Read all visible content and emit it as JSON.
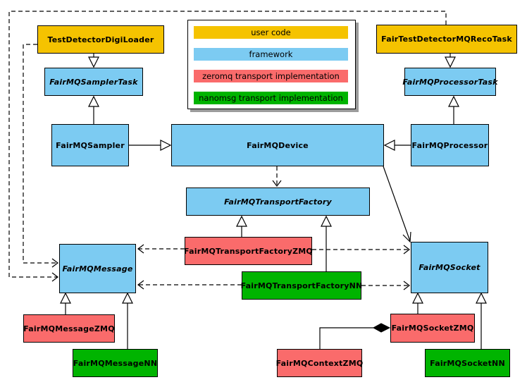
{
  "legend": {
    "items": [
      {
        "label": "user code",
        "color": "#F5C300",
        "category": "user-code"
      },
      {
        "label": "framework",
        "color": "#7CCBF2",
        "category": "framework"
      },
      {
        "label": "zeromq transport implementation",
        "color": "#FA6B6B",
        "category": "zeromq"
      },
      {
        "label": "nanomsg transport implementation",
        "color": "#00B400",
        "category": "nanomsg"
      }
    ]
  },
  "colors": {
    "userCode": "#F5C300",
    "framework": "#7CCBF2",
    "zeromq": "#FA6B6B",
    "nanomsg": "#00B400",
    "border": "#000000",
    "background": "#ffffff"
  },
  "nodes": {
    "digiLoader": "TestDetectorDigiLoader",
    "recoTask": "FairTestDetectorMQRecoTask",
    "samplerTask": "FairMQSamplerTask",
    "processorTask": "FairMQProcessorTask",
    "sampler": "FairMQSampler",
    "device": "FairMQDevice",
    "processor": "FairMQProcessor",
    "transportFactory": "FairMQTransportFactory",
    "transportFactoryZMQ": "FairMQTransportFactoryZMQ",
    "transportFactoryNN": "FairMQTransportFactoryNN",
    "message": "FairMQMessage",
    "socket": "FairMQSocket",
    "messageZMQ": "FairMQMessageZMQ",
    "messageNN": "FairMQMessageNN",
    "contextZMQ": "FairMQContextZMQ",
    "socketZMQ": "FairMQSocketZMQ",
    "socketNN": "FairMQSocketNN"
  },
  "abstract_nodes": [
    "FairMQSamplerTask",
    "FairMQProcessorTask",
    "FairMQTransportFactory",
    "FairMQMessage",
    "FairMQSocket"
  ],
  "relationships": [
    {
      "from": "TestDetectorDigiLoader",
      "to": "FairMQSamplerTask",
      "type": "inheritance"
    },
    {
      "from": "FairMQSampler",
      "to": "FairMQSamplerTask",
      "type": "inheritance"
    },
    {
      "from": "FairMQSampler",
      "to": "FairMQDevice",
      "type": "inheritance"
    },
    {
      "from": "FairTestDetectorMQRecoTask",
      "to": "FairMQProcessorTask",
      "type": "inheritance"
    },
    {
      "from": "FairMQProcessor",
      "to": "FairMQProcessorTask",
      "type": "inheritance"
    },
    {
      "from": "FairMQProcessor",
      "to": "FairMQDevice",
      "type": "inheritance"
    },
    {
      "from": "FairMQDevice",
      "to": "FairMQTransportFactory",
      "type": "dependency"
    },
    {
      "from": "FairMQDevice",
      "to": "FairMQSocket",
      "type": "association"
    },
    {
      "from": "FairMQTransportFactoryZMQ",
      "to": "FairMQTransportFactory",
      "type": "inheritance"
    },
    {
      "from": "FairMQTransportFactoryNN",
      "to": "FairMQTransportFactory",
      "type": "inheritance"
    },
    {
      "from": "FairMQTransportFactoryZMQ",
      "to": "FairMQMessage",
      "type": "dependency"
    },
    {
      "from": "FairMQTransportFactoryZMQ",
      "to": "FairMQSocket",
      "type": "dependency"
    },
    {
      "from": "FairMQTransportFactoryNN",
      "to": "FairMQMessage",
      "type": "dependency"
    },
    {
      "from": "FairMQTransportFactoryNN",
      "to": "FairMQSocket",
      "type": "dependency"
    },
    {
      "from": "TestDetectorDigiLoader",
      "to": "FairMQMessage",
      "type": "dependency"
    },
    {
      "from": "FairTestDetectorMQRecoTask",
      "to": "FairMQMessage",
      "type": "dependency"
    },
    {
      "from": "FairMQMessageZMQ",
      "to": "FairMQMessage",
      "type": "inheritance"
    },
    {
      "from": "FairMQMessageNN",
      "to": "FairMQMessage",
      "type": "inheritance"
    },
    {
      "from": "FairMQSocketZMQ",
      "to": "FairMQSocket",
      "type": "inheritance"
    },
    {
      "from": "FairMQSocketNN",
      "to": "FairMQSocket",
      "type": "inheritance"
    },
    {
      "from": "FairMQSocketZMQ",
      "to": "FairMQContextZMQ",
      "type": "composition"
    }
  ]
}
